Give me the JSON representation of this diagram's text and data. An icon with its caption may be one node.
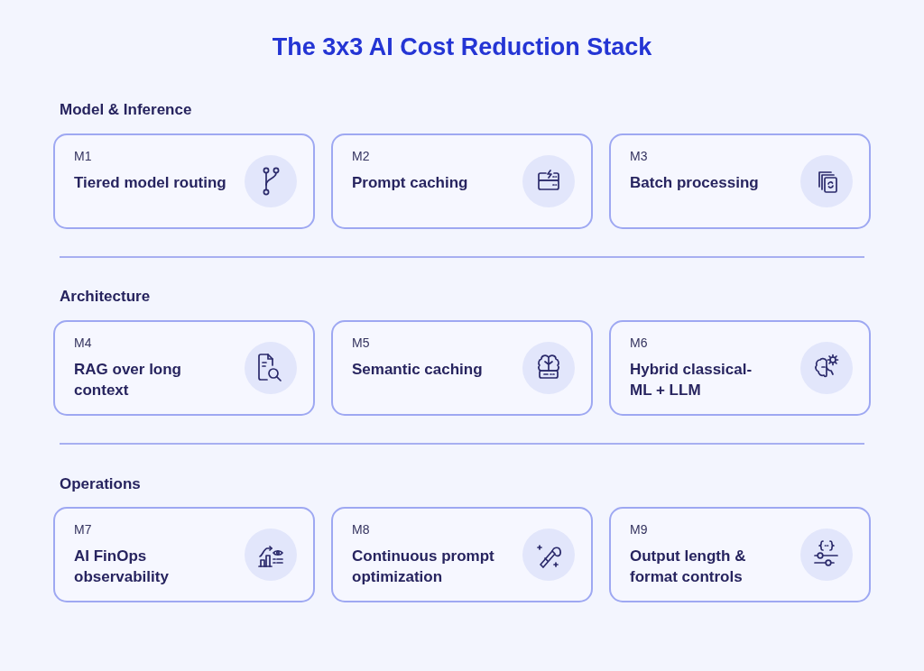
{
  "diagram": {
    "title": "The 3x3 AI Cost Reduction Stack",
    "nodes": [
      {
        "text": [
          "M1",
          "Tiered model routing"
        ]
      },
      {
        "text": [
          "M2",
          "Prompt caching"
        ]
      },
      {
        "text": [
          "M3",
          "Batch processing"
        ]
      },
      {
        "text": [
          "M4",
          "RAG over long context"
        ]
      },
      {
        "text": [
          "M5",
          "Semantic caching"
        ]
      },
      {
        "text": [
          "M6",
          "Hybrid classical-ML + LLM"
        ]
      },
      {
        "text": [
          "M7",
          "AI FinOps observability"
        ]
      },
      {
        "text": [
          "M8",
          "Continuous prompt optimization"
        ]
      },
      {
        "text": [
          "M9",
          "Output length & format controls"
        ]
      }
    ],
    "labels": [
      "Model & Inference",
      "Architecture",
      "Operations"
    ]
  }
}
